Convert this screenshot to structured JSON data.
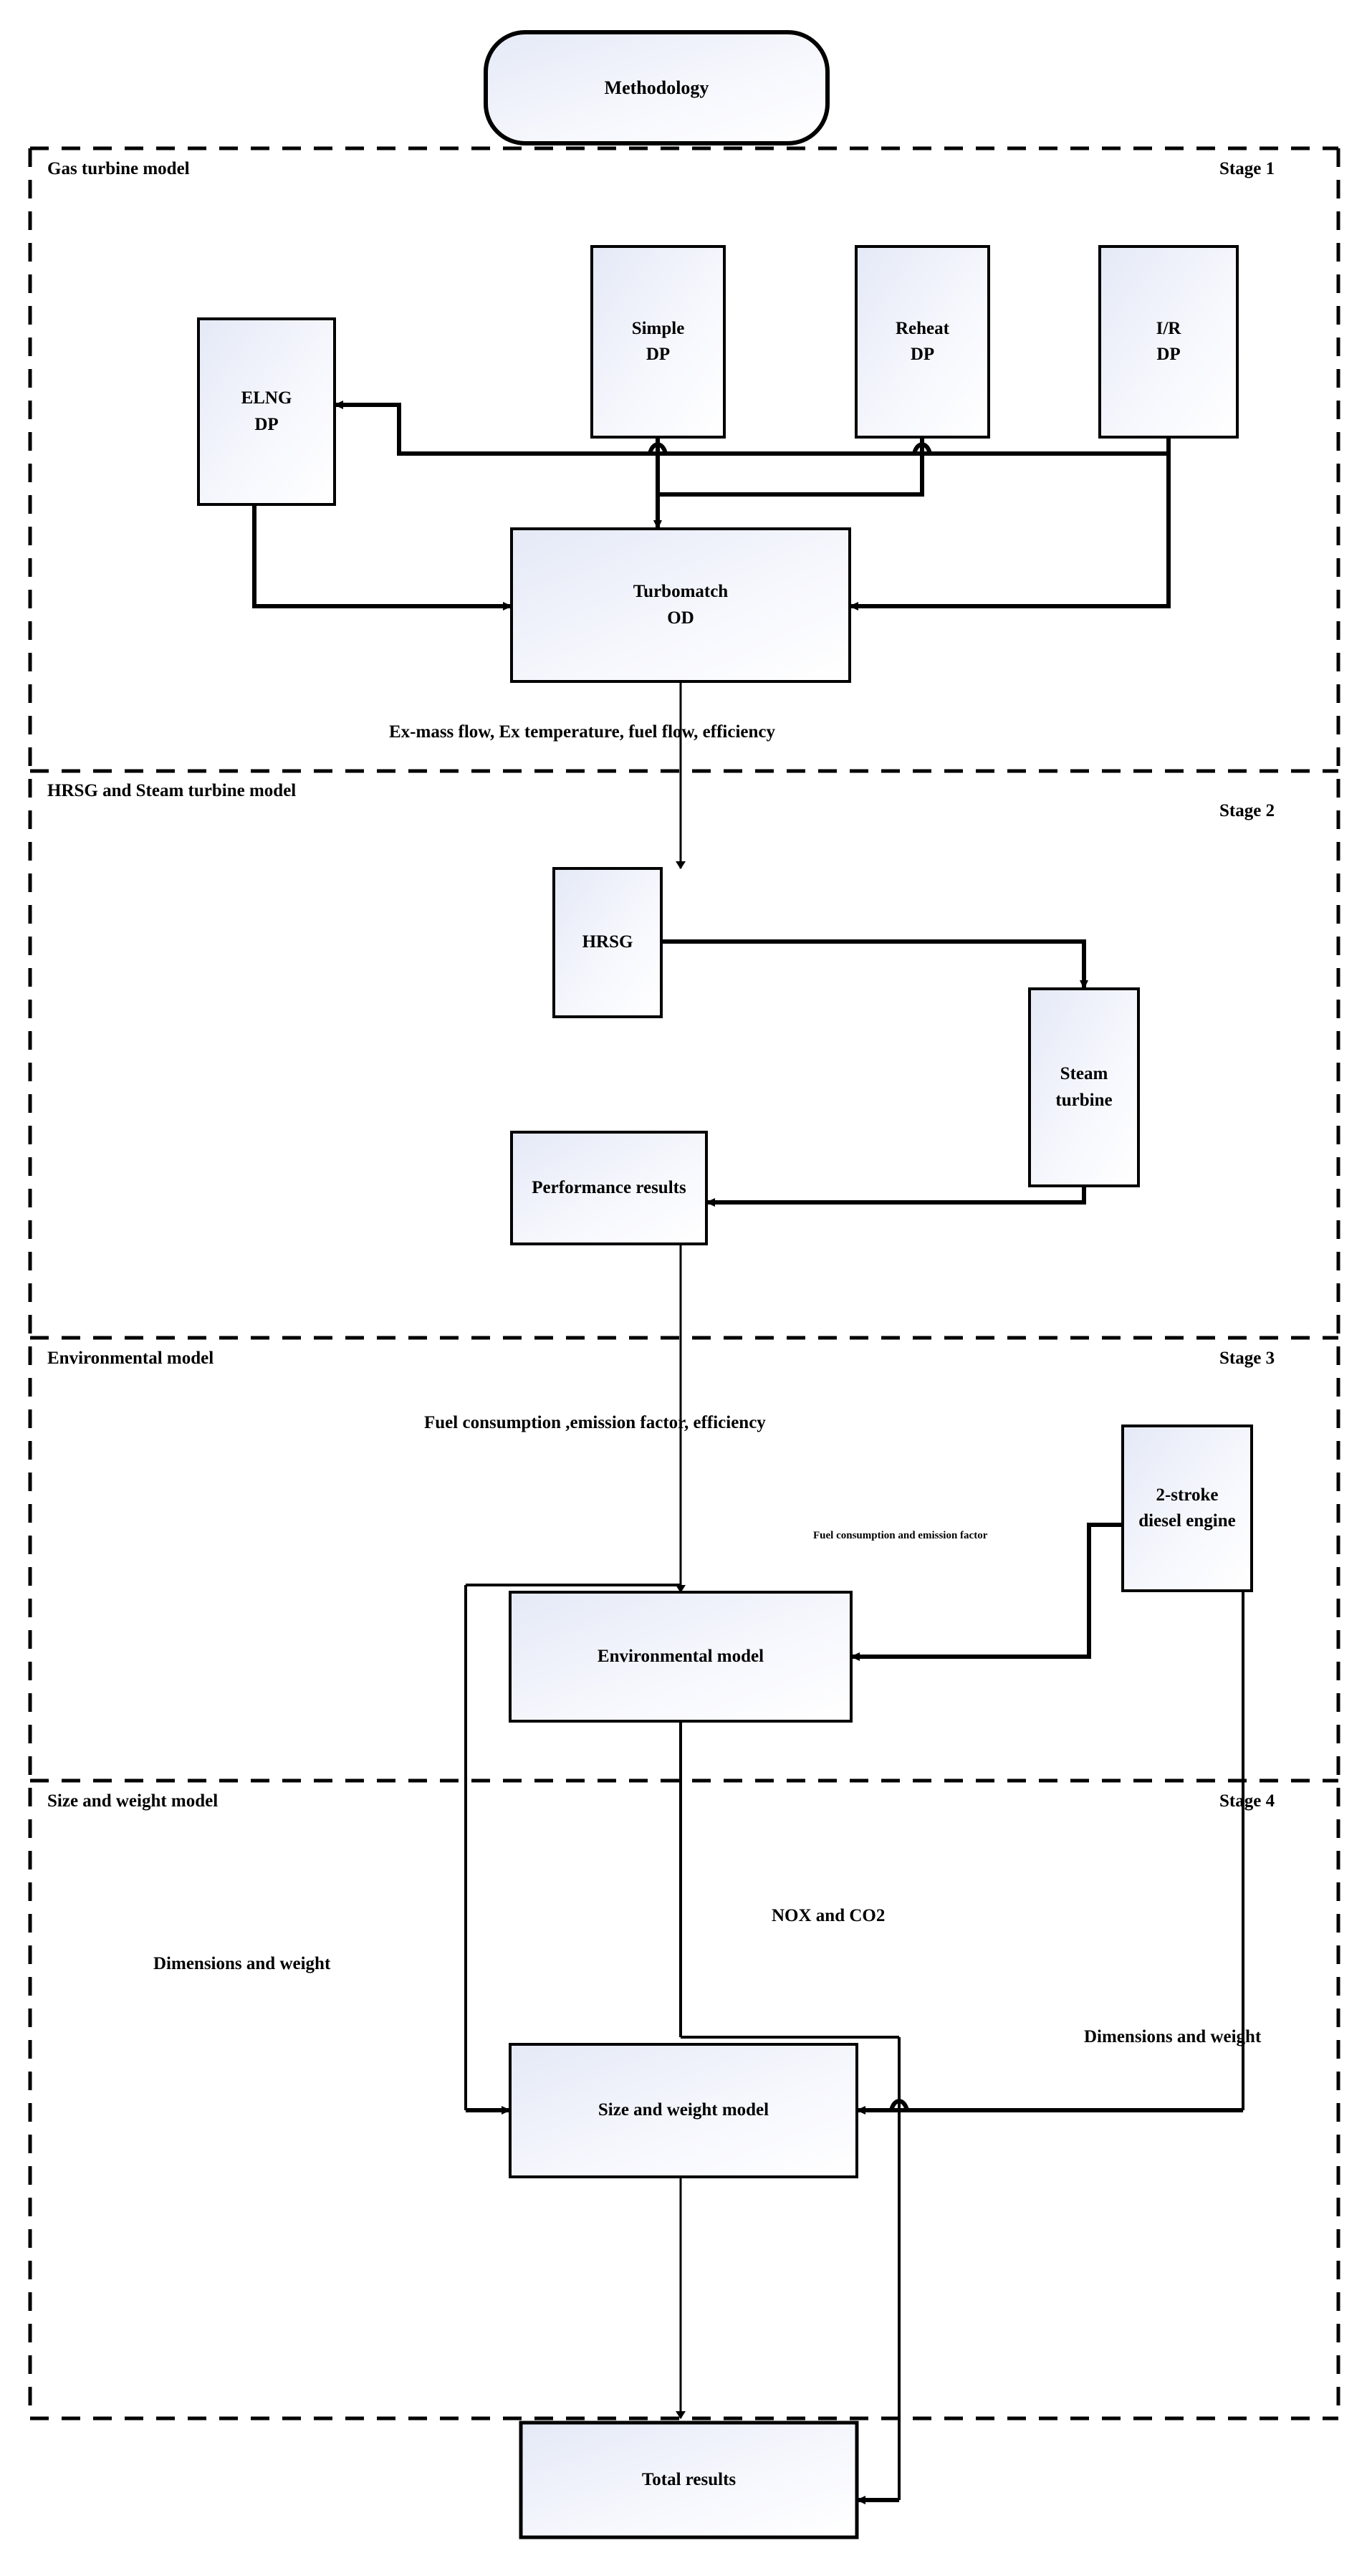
{
  "title": "Methodology flowchart",
  "theme": {
    "box_fill_start": "#e8ecf7",
    "box_fill_end": "#fdfdff",
    "stroke": "#000000",
    "background": "#ffffff"
  },
  "root": {
    "label": "Methodology"
  },
  "stages": [
    {
      "id": "stage1",
      "title": "Gas turbine model",
      "number": "Stage 1"
    },
    {
      "id": "stage2",
      "title": "HRSG and Steam turbine model",
      "number": "Stage 2"
    },
    {
      "id": "stage3",
      "title": "Environmental model",
      "number": "Stage 3"
    },
    {
      "id": "stage4",
      "title": "Size and weight model",
      "number": "Stage 4"
    }
  ],
  "nodes": {
    "elng_dp": "ELNG\nDP",
    "simple_dp": "Simple\nDP",
    "reheat_dp": "Reheat\nDP",
    "ir_dp": "I/R\nDP",
    "turbomatch_od": "Turbomatch\nOD",
    "hrsg": "HRSG",
    "steam_turbine": "Steam\nturbine",
    "performance_results": "Performance results",
    "environmental_model": "Environmental model",
    "diesel_engine": "2-stroke\ndiesel engine",
    "size_weight_model": "Size and weight model",
    "total_results": "Total results"
  },
  "edge_labels": {
    "stage1_to_stage2": "Ex-mass flow, Ex temperature, fuel flow, efficiency",
    "stage2_to_stage3": "Fuel consumption  ,emission factor, efficiency",
    "diesel_to_env": "Fuel consumption  and emission factor",
    "env_to_size": "NOX and CO2",
    "size_left": "Dimensions and weight",
    "size_right": "Dimensions and weight"
  }
}
